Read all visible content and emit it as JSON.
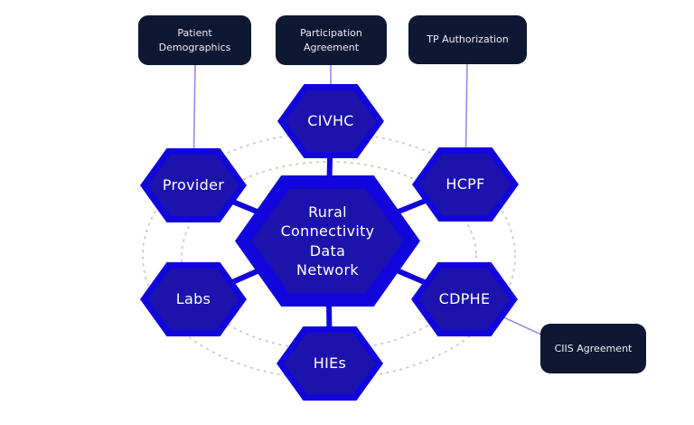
{
  "diagram": {
    "title": "Rural Connectivity Data Network diagram",
    "center": {
      "label": "Rural Connectivity Data Network"
    },
    "nodes": [
      {
        "id": "civhc",
        "label": "CIVHC"
      },
      {
        "id": "provider",
        "label": "Provider"
      },
      {
        "id": "hcpf",
        "label": "HCPF"
      },
      {
        "id": "labs",
        "label": "Labs"
      },
      {
        "id": "cdphe",
        "label": "CDPHE"
      },
      {
        "id": "hies",
        "label": "HIEs"
      }
    ],
    "annotations": [
      {
        "id": "patient-demographics",
        "label": "Patient Demographics",
        "linked_node": "Provider"
      },
      {
        "id": "participation-agreement",
        "label": "Participation Agreement",
        "linked_node": "CIVHC"
      },
      {
        "id": "tp-authorization",
        "label": "TP Authorization",
        "linked_node": "HCPF"
      },
      {
        "id": "ciis-agreement",
        "label": "CIIS Agreement",
        "linked_node": "CDPHE"
      }
    ],
    "colors": {
      "hex_outer": "#1205dc",
      "hex_inner": "#1c12ac",
      "box_bg": "#0e1833",
      "box_text": "#eceef2",
      "node_text": "#ffffff",
      "thin_line": "#8d90e6",
      "thick_line": "#1205dc",
      "dotted": "#c9c9cd"
    }
  }
}
